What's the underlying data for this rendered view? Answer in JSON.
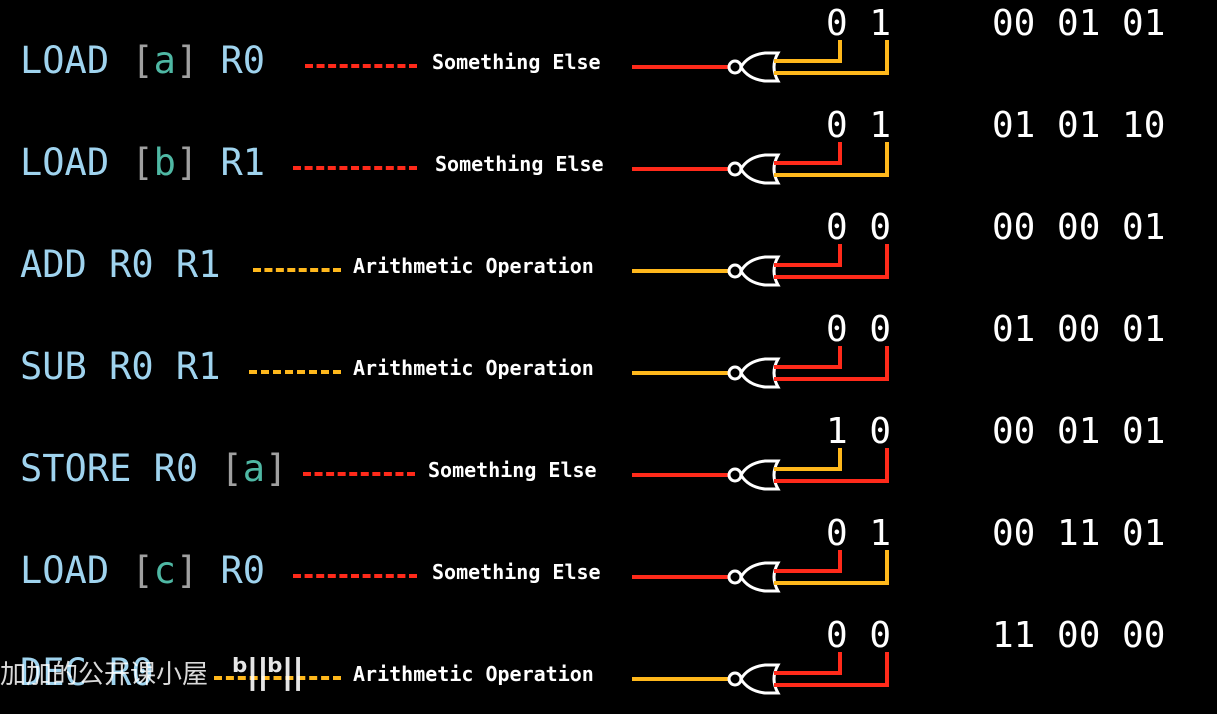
{
  "colors": {
    "background": "#000000",
    "register": "#9fd3ee",
    "bracket": "#a0a0a0",
    "variable": "#4fb8a4",
    "red_wire": "#ff2a1a",
    "yellow_wire": "#ffb81c",
    "text": "#ffffff"
  },
  "rows": [
    {
      "op": "LOAD",
      "pre": " ",
      "b1": "[",
      "var": "a",
      "b2": "]",
      "post": " R0",
      "label": "Something Else",
      "bit_left": "0",
      "bit_right": "1",
      "code": "00 01 01",
      "wire_color": "red",
      "left_wire": "yellow",
      "right_wire": "yellow"
    },
    {
      "op": "LOAD",
      "pre": " ",
      "b1": "[",
      "var": "b",
      "b2": "]",
      "post": " R1",
      "label": "Something Else",
      "bit_left": "0",
      "bit_right": "1",
      "code": "01 01 10",
      "wire_color": "red",
      "left_wire": "red",
      "right_wire": "yellow"
    },
    {
      "op": "ADD R0 R1",
      "pre": "",
      "b1": "",
      "var": "",
      "b2": "",
      "post": "",
      "label": "Arithmetic Operation",
      "bit_left": "0",
      "bit_right": "0",
      "code": "00 00 01",
      "wire_color": "yellow",
      "left_wire": "red",
      "right_wire": "red"
    },
    {
      "op": "SUB R0 R1",
      "pre": "",
      "b1": "",
      "var": "",
      "b2": "",
      "post": "",
      "label": "Arithmetic Operation",
      "bit_left": "0",
      "bit_right": "0",
      "code": "01 00 01",
      "wire_color": "yellow",
      "left_wire": "red",
      "right_wire": "red"
    },
    {
      "op": "STORE R0",
      "pre": " ",
      "b1": "[",
      "var": "a",
      "b2": "]",
      "post": "",
      "label": "Something Else",
      "bit_left": "1",
      "bit_right": "0",
      "code": "00 01 01",
      "wire_color": "red",
      "left_wire": "yellow",
      "right_wire": "red"
    },
    {
      "op": "LOAD",
      "pre": " ",
      "b1": "[",
      "var": "c",
      "b2": "]",
      "post": " R0",
      "label": "Something Else",
      "bit_left": "0",
      "bit_right": "1",
      "code": "00 11 01",
      "wire_color": "red",
      "left_wire": "red",
      "right_wire": "yellow"
    },
    {
      "op": "DEC R0",
      "pre": "",
      "b1": "",
      "var": "",
      "b2": "",
      "post": "",
      "label": "Arithmetic Operation",
      "bit_left": "0",
      "bit_right": "0",
      "code": "11 00 00",
      "wire_color": "yellow",
      "left_wire": "red",
      "right_wire": "red"
    }
  ],
  "watermark": {
    "text": "加加的公开课小屋",
    "logo": "bilibili"
  }
}
